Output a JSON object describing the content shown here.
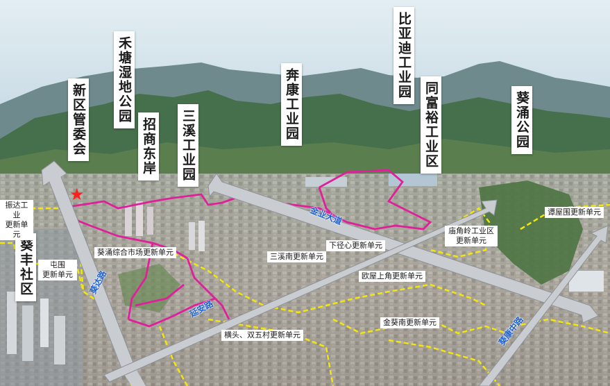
{
  "labels": {
    "xinqu_guanweihui": "新区管委会",
    "hetang_shidi": "禾塘湿地公园",
    "zhaoshang_dongan": "招商东岸",
    "sanxi_gongyeyuan": "三溪工业园",
    "benkang_gongyeyuan": "奔康工业园",
    "biyadi_gongyeyuan": "比亚迪工业园",
    "tongfuyu_gongyeyuan": "同富裕工业区",
    "kuichong_gongyuan": "葵涌公园",
    "kuifeng_shequ": "葵丰社区"
  },
  "units": {
    "zhenda": "振达工业\n更新单元",
    "tunwei": "屯围\n更新单元",
    "shichang": "葵涌综合市场更新单元",
    "sanxinan": "三溪南更新单元",
    "xiajingxin": "下径心更新单元",
    "ouwu": "欧屋上角更新单元",
    "miaojiaoling": "庙角岭工业区\n更新单元",
    "tanwuwei": "谭屋围更新单元",
    "jinkuinan": "金葵南更新单元",
    "hengtou": "横头、双五村更新单元"
  },
  "roads": {
    "jingye": "金业大道",
    "kuida": "葵达路",
    "yanan": "延安路",
    "kuikang": "葵康中路"
  },
  "colors": {
    "boundary_magenta": "#e0209a",
    "boundary_yellow": "#f3e60c",
    "road_arrow": "#c9ccd0",
    "road_text": "#1c5fd1",
    "star": "#ff1e1e"
  }
}
